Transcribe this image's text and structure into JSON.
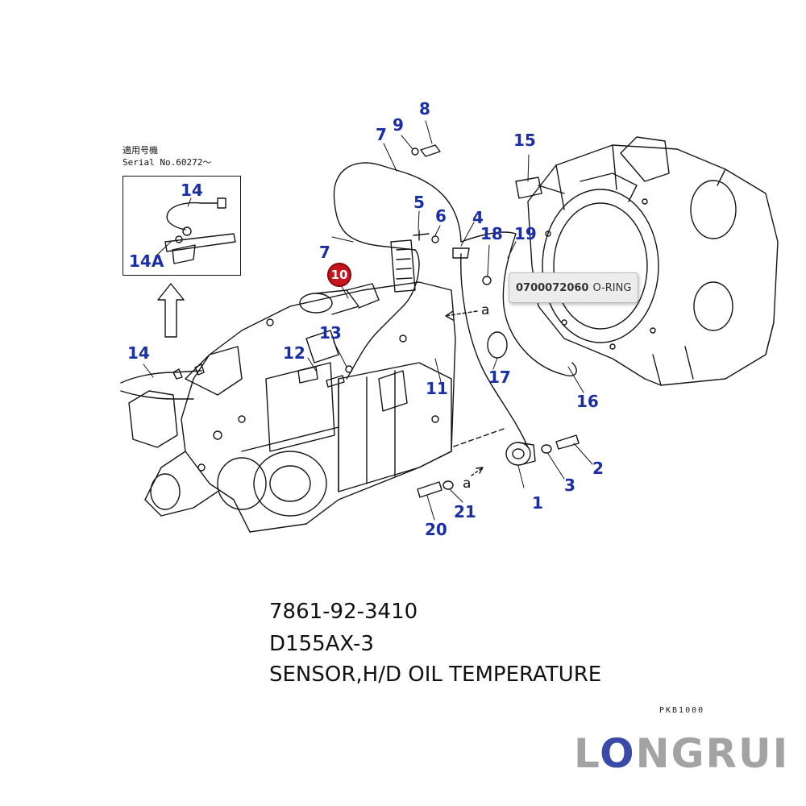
{
  "inset": {
    "serial_jp": "適用号機",
    "serial_no": "Serial No.60272～",
    "callouts": [
      "14",
      "14A"
    ]
  },
  "callouts": [
    "1",
    "2",
    "3",
    "4",
    "5",
    "6",
    "7",
    "7",
    "8",
    "9",
    "11",
    "12",
    "13",
    "14",
    "15",
    "16",
    "17",
    "18",
    "19",
    "20",
    "21"
  ],
  "marks": [
    "a",
    "a"
  ],
  "highlight": {
    "badge": "10",
    "tooltip_part": "0700072060",
    "tooltip_desc": "O-RING"
  },
  "caption": {
    "part_number": "7861-92-3410",
    "model": "D155AX-3",
    "description": "SENSOR,H/D OIL TEMPERATURE"
  },
  "drawing_code": "PKB1000",
  "brand": {
    "pre": "L",
    "o": "O",
    "post": "NGRUI"
  },
  "colors": {
    "callout": "#1a2fa6",
    "badge": "#c8141c",
    "brand": "#a3a3a3",
    "brand_accent": "#3a4aa8"
  }
}
